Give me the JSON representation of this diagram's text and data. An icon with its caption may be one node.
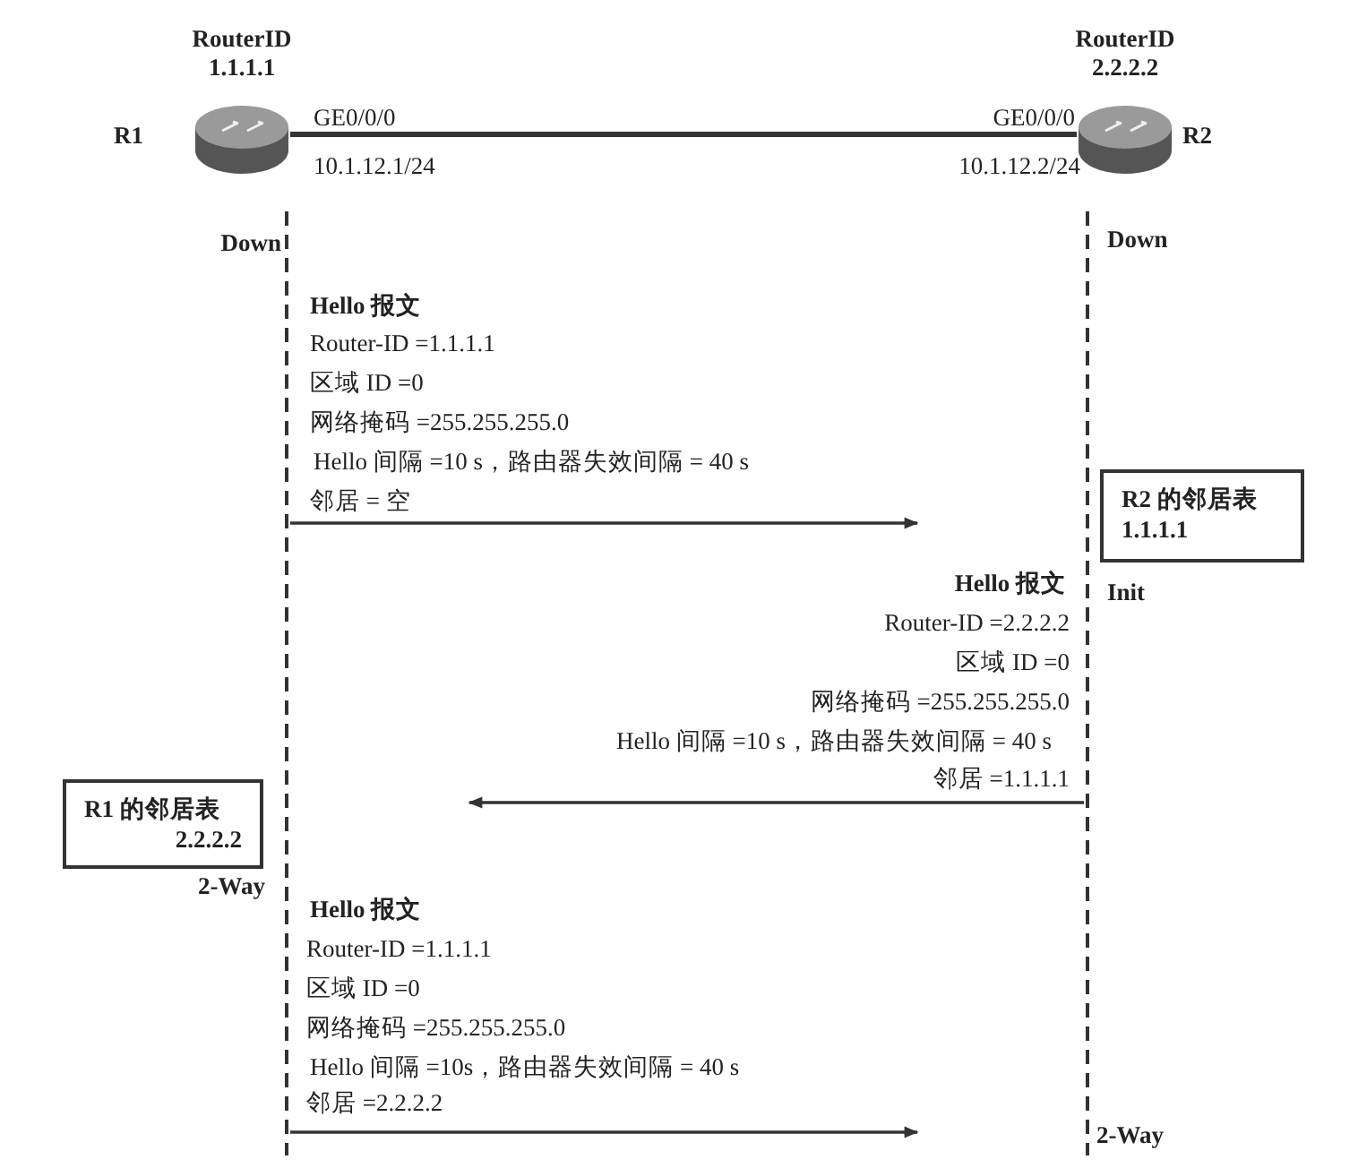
{
  "diagram": {
    "nodes": [
      {
        "text": [
          "RouterID 1.1.1.1"
        ],
        "beside": [
          "R1"
        ]
      },
      {
        "text": [
          "RouterID 2.2.2.2"
        ],
        "beside": [
          "R2"
        ]
      },
      {
        "text": [
          "R2 的邻居表",
          "1.1.1.1"
        ],
        "beside": [
          "Init"
        ]
      },
      {
        "text": [
          "R1 的邻居表",
          "2.2.2.2"
        ],
        "beside": [
          "2-Way"
        ]
      },
      {
        "text": [],
        "shape": "bar"
      },
      {
        "text": [],
        "shape": "bar"
      }
    ],
    "edges": [
      {
        "from": 0,
        "to": 1,
        "arrow": "none"
      },
      {
        "from": 4,
        "to": null,
        "arrow": "to"
      },
      {
        "from": 5,
        "to": null,
        "arrow": "to"
      },
      {
        "from": 4,
        "to": null,
        "arrow": "to"
      }
    ],
    "labels": [
      "GE0/0/0",
      "GE0/0/0",
      "10.1.12.1/24",
      "10.1.12.2/24",
      "Down",
      "Down",
      "Hello 报文",
      "Router-ID =1.1.1.1",
      "区域 ID =0",
      "网络掩码 =255.255.255.0",
      "Hello 间隔 =10 s，路由器失效间隔 = 40 s",
      "邻居 = 空",
      "Hello 报文",
      "Router-ID =2.2.2.2",
      "区域 ID =0",
      "网络掩码 =255.255.255.0",
      "Hello 间隔 =10 s，路由器失效间隔 = 40 s",
      "邻居 =1.1.1.1",
      "Hello 报文",
      "Router-ID =1.1.1.1",
      "区域 ID =0",
      "网络掩码 =255.255.255.0",
      "Hello 间隔 =10s，路由器失效间隔 = 40 s",
      "邻居 =2.2.2.2",
      "2-Way"
    ]
  }
}
